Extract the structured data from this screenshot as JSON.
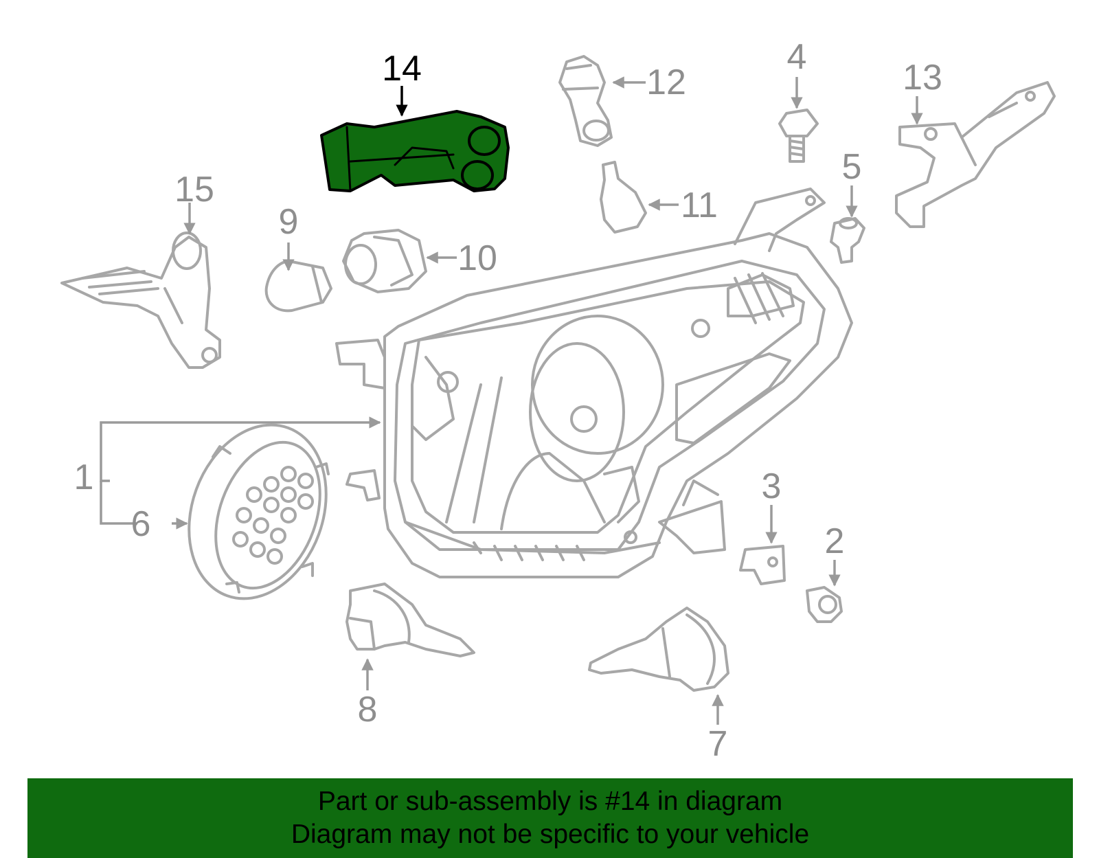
{
  "colors": {
    "highlight": "#0f6b0f",
    "part_stroke": "#a7a7a7",
    "label": "#8e8e8e",
    "highlight_label": "#000000"
  },
  "callouts": [
    {
      "id": "1",
      "label": "1"
    },
    {
      "id": "2",
      "label": "2"
    },
    {
      "id": "3",
      "label": "3"
    },
    {
      "id": "4",
      "label": "4"
    },
    {
      "id": "5",
      "label": "5"
    },
    {
      "id": "6",
      "label": "6"
    },
    {
      "id": "7",
      "label": "7"
    },
    {
      "id": "8",
      "label": "8"
    },
    {
      "id": "9",
      "label": "9"
    },
    {
      "id": "10",
      "label": "10"
    },
    {
      "id": "11",
      "label": "11"
    },
    {
      "id": "12",
      "label": "12"
    },
    {
      "id": "13",
      "label": "13"
    },
    {
      "id": "14",
      "label": "14",
      "highlighted": true
    },
    {
      "id": "15",
      "label": "15"
    }
  ],
  "banner": {
    "line1": "Part or sub-assembly is #14 in diagram",
    "line2": "Diagram may not be specific to your vehicle"
  }
}
